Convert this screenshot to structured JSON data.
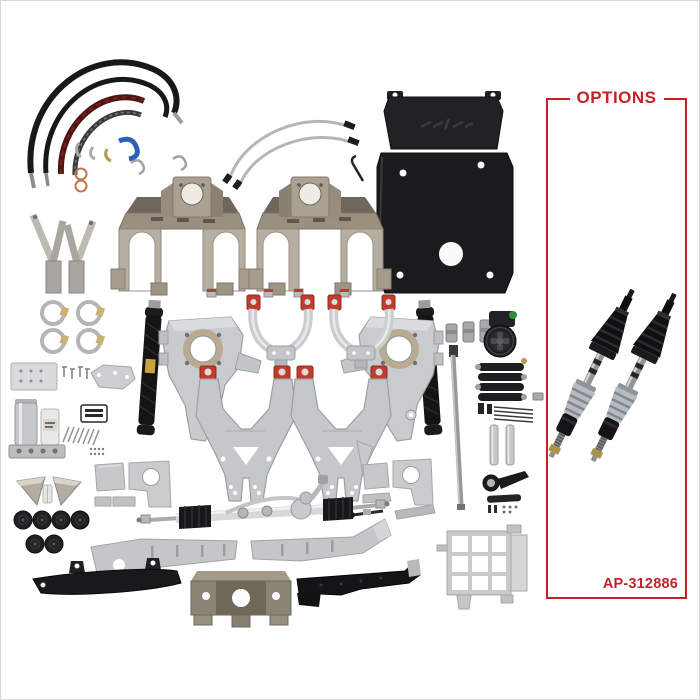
{
  "meta": {
    "type": "product-photo",
    "background": "#ffffff",
    "description": "Long-travel front suspension kit components laid out on a white background with an optional-parts callout box"
  },
  "options_box": {
    "label": "OPTIONS",
    "part_number": "AP-312886",
    "border_color": "#c52128",
    "text_color": "#c52128",
    "contents": [
      "cv-axle-left",
      "cv-axle-right"
    ]
  },
  "palette": {
    "silver_aluminum": "#c7c9cb",
    "raw_steel": "#9a9183",
    "black_powdercoat": "#1b1b1d",
    "red_bushing": "#c23b2e",
    "braided_line": "#b4b6b8",
    "copper_washer": "#c0784a",
    "chrome": "#d7d8da"
  },
  "parts": [
    "power-steering-hose-set",
    "hose-fittings",
    "copper-washers",
    "braided-brake-lines",
    "skid-plate",
    "crossmember-shock-tower-left",
    "crossmember-shock-tower-right",
    "frame-gusset-brackets",
    "hose-clamps",
    "limit-strap-left",
    "limit-strap-right",
    "spindle-left",
    "spindle-right",
    "upper-control-arm-left",
    "upper-control-arm-right",
    "lower-control-arm-left",
    "lower-control-arm-right",
    "mounting-plate",
    "pivot-bracket",
    "reservoir-and-filter-assembly",
    "logo-badge",
    "hardware-bolts",
    "gusset-triangles",
    "rubber-grommets",
    "sheet-metal-gussets-left",
    "sheet-metal-gussets-right",
    "steering-rack",
    "frame-plate-left",
    "frame-plate-right",
    "lower-bracket-bar",
    "center-crossmember",
    "frame-rail",
    "an-fittings",
    "power-steering-pump",
    "fluid-cooler",
    "zip-ties",
    "spacer-tubes",
    "steel-rod",
    "idler-arm",
    "aluminum-cage-bracket",
    "misc-bushings",
    "cv-axle-left",
    "cv-axle-right"
  ]
}
